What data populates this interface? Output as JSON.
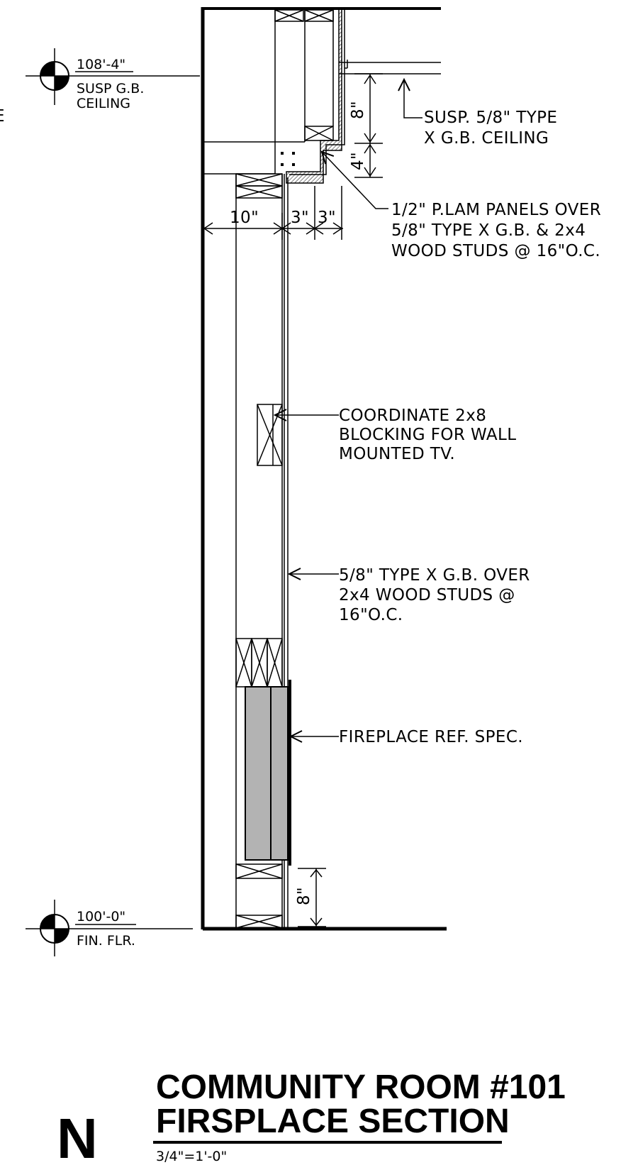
{
  "levels": {
    "ceiling": {
      "elevation": "108'-4\"",
      "line1": "SUSP G.B.",
      "line2": "CEILING"
    },
    "floor": {
      "elevation": "100'-0\"",
      "line1": "FIN. FLR."
    }
  },
  "left_edge_fragment": "E",
  "dimensions": {
    "wall_depth": "10\"",
    "offset_a": "3\"",
    "offset_b": "3\"",
    "ceiling_drop": "8\"",
    "soffit_step": "4\"",
    "base": "8\""
  },
  "notes": {
    "ceiling": [
      "SUSP. 5/8\" TYPE",
      "X G.B. CEILING"
    ],
    "panels": [
      "1/2\" P.LAM PANELS OVER",
      "5/8\" TYPE X G.B. & 2x4",
      "WOOD STUDS @ 16\"O.C."
    ],
    "blocking": [
      "COORDINATE 2x8",
      "BLOCKING FOR WALL",
      "MOUNTED TV."
    ],
    "wall": [
      "5/8\" TYPE X G.B. OVER",
      "2x4 WOOD STUDS @",
      "16\"O.C."
    ],
    "fireplace": [
      "FIREPLACE REF. SPEC."
    ]
  },
  "title_block": {
    "north_label": "N",
    "title_line1": "COMMUNITY ROOM #101",
    "title_line2": "FIRSPLACE SECTION",
    "scale": "3/4\"=1'-0\""
  },
  "colors": {
    "line": "#000000",
    "fireplace_fill": "#b3b3b3",
    "background": "#ffffff"
  }
}
